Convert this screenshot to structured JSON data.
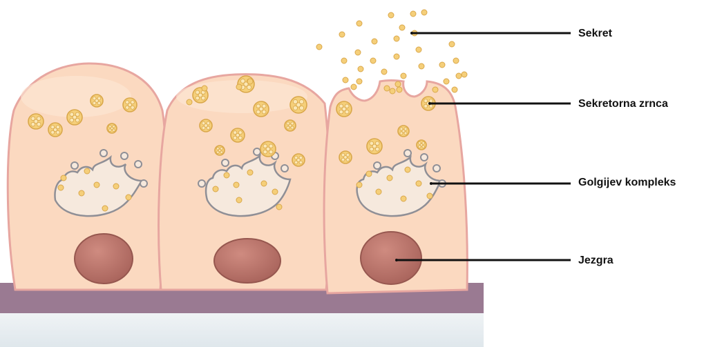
{
  "labels": {
    "secretion": "Sekret",
    "secretory_granules": "Sekretorna zrnca",
    "golgi_complex": "Golgijev kompleks",
    "nucleus": "Jezgra"
  },
  "colors": {
    "cell_fill": "#fbd9c0",
    "cell_outline": "#e7a6a0",
    "cell_highlight": "#fde7d6",
    "granule_fill": "#f5cf7a",
    "granule_outline": "#d9a74a",
    "golgi_fill": "#f6e9dd",
    "golgi_outline": "#8f8f96",
    "nucleus_fill": "#b8736a",
    "nucleus_outline": "#96574f",
    "basement_membrane": "#9a7a92",
    "base_shadow": "#e6ecf0",
    "leader_line": "#111111"
  }
}
